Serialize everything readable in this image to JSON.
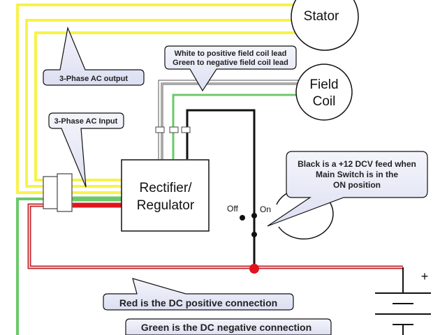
{
  "components": {
    "stator": {
      "label": "Stator"
    },
    "field_coil": {
      "label_line1": "Field",
      "label_line2": "Coil"
    },
    "rectifier": {
      "label_line1": "Rectifier/",
      "label_line2": "Regulator"
    },
    "switch": {
      "off_label": "Off",
      "on_label": "On"
    },
    "battery": {
      "plus_label": "+"
    }
  },
  "callouts": {
    "ac_output": "3-Phase AC output",
    "ac_input": "3-Phase AC Input",
    "field_leads": {
      "line1": "White to positive field coil lead",
      "line2": "Green to negative field coil lead"
    },
    "black_feed": {
      "line1": "Black is a +12 DCV feed when",
      "line2": "Main Switch is in the",
      "line3": "ON position"
    },
    "red_positive": "Red is the DC positive connection",
    "green_negative": "Green is the DC negative connection"
  },
  "colors": {
    "ac_wire": "#f7f34a",
    "positive_wire": "#e0141e",
    "negative_wire": "#6cc96a",
    "feed_wire": "#111111",
    "callout_fill": "#e6e8f6"
  }
}
